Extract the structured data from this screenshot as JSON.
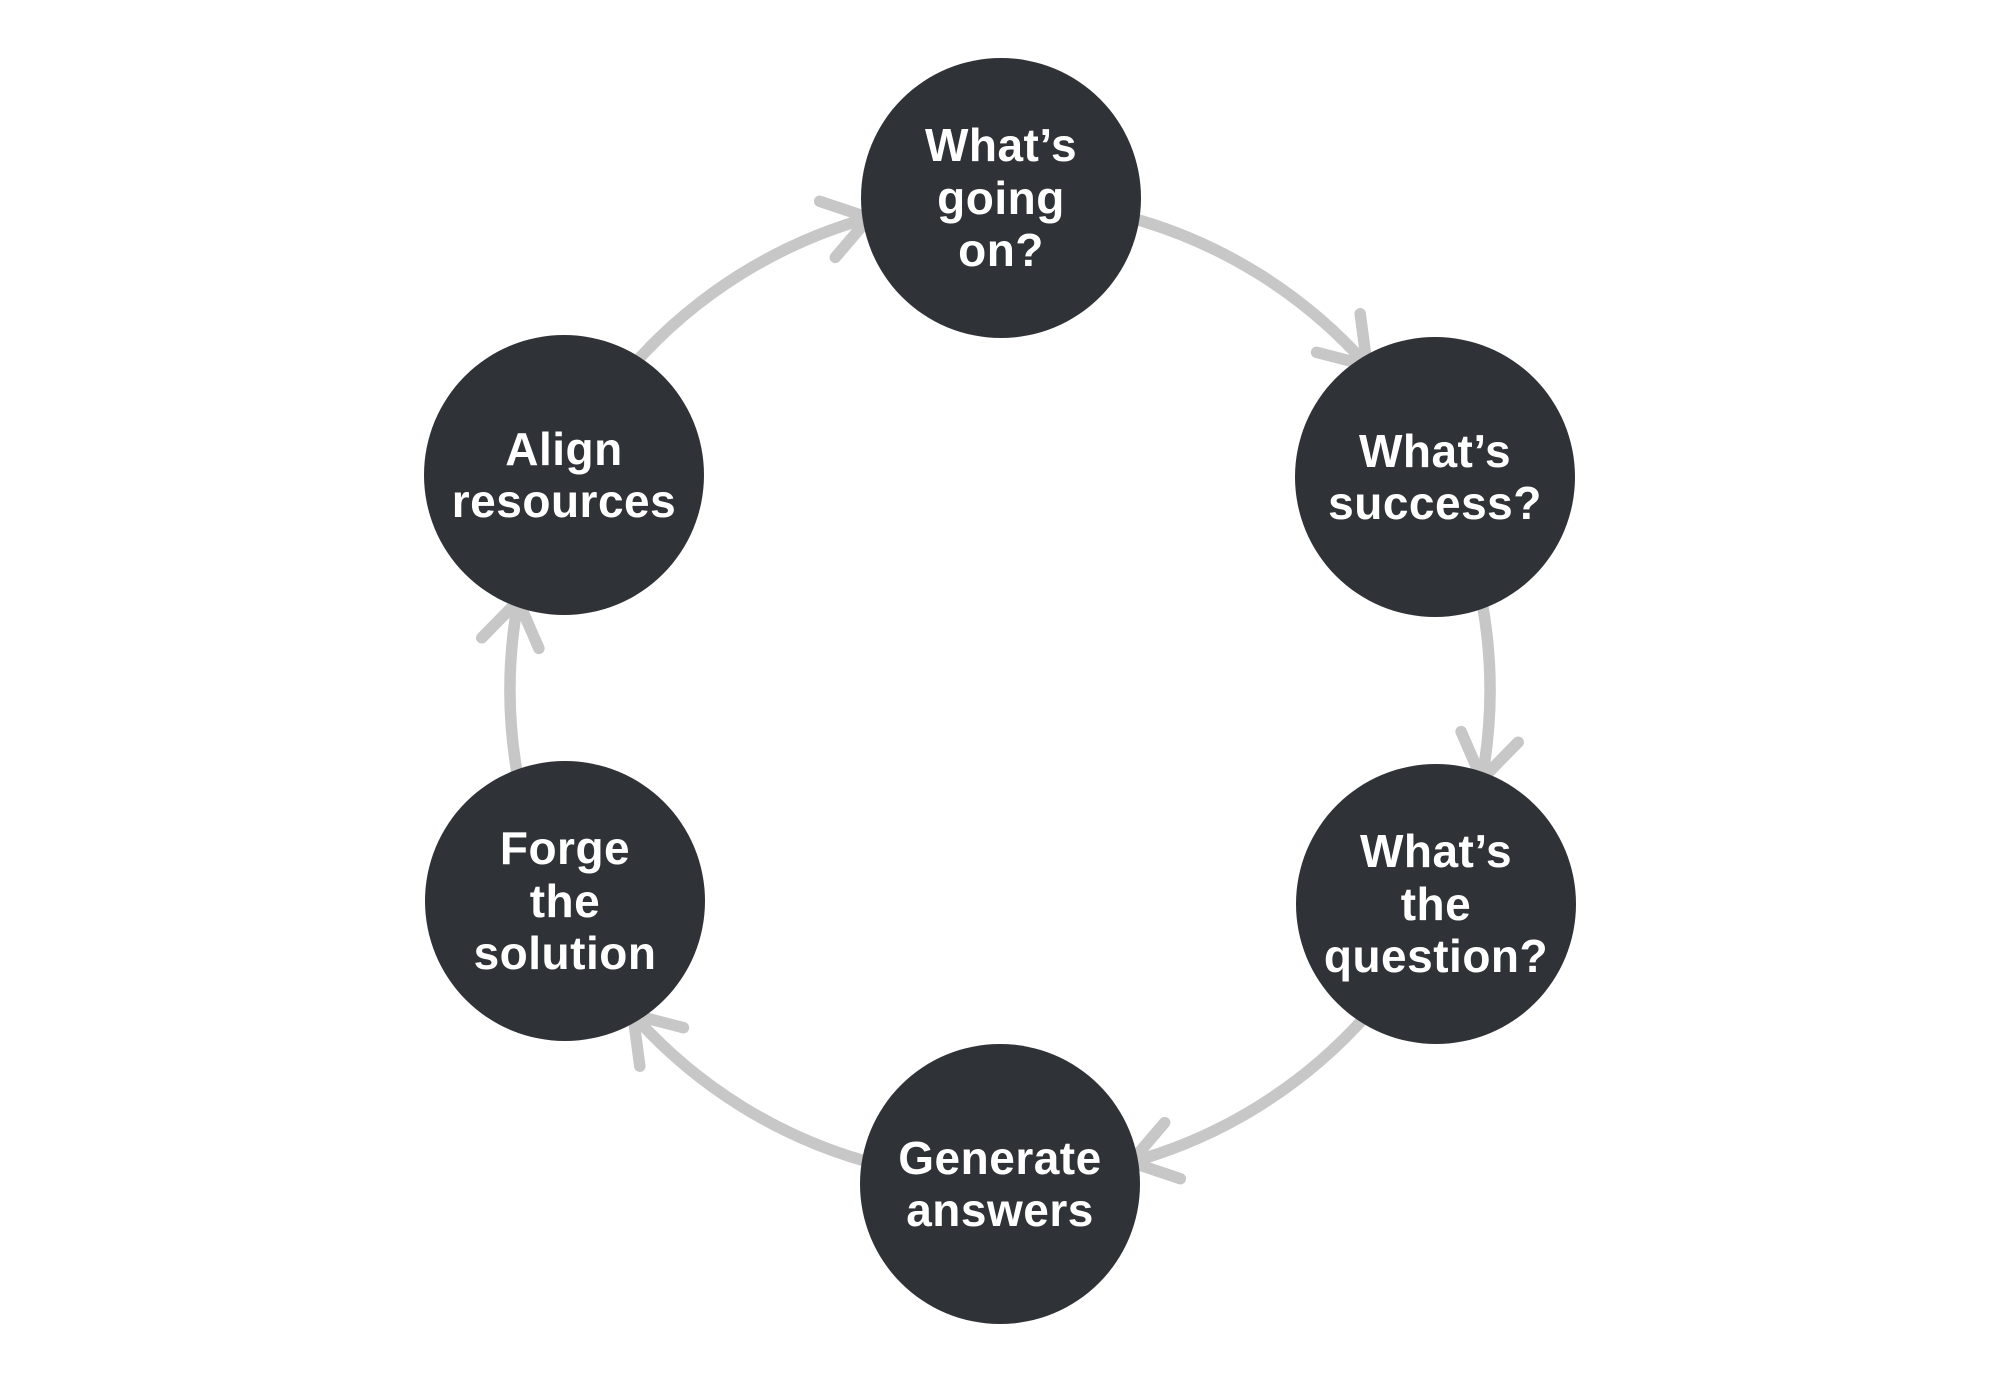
{
  "diagram": {
    "type": "cycle",
    "direction": "clockwise",
    "background_color": "#ffffff",
    "node_color": "#2f3337",
    "node_text_color": "#ffffff",
    "arrow_color": "#c7c7c7",
    "nodes": [
      {
        "id": "whats-going-on",
        "position": "top",
        "label": "What’s\ngoing\non?"
      },
      {
        "id": "whats-success",
        "position": "top-right",
        "label": "What’s\nsuccess?"
      },
      {
        "id": "whats-the-question",
        "position": "bottom-right",
        "label": "What’s\nthe\nquestion?"
      },
      {
        "id": "generate-answers",
        "position": "bottom",
        "label": "Generate\nanswers"
      },
      {
        "id": "forge-the-solution",
        "position": "bottom-left",
        "label": "Forge\nthe\nsolution"
      },
      {
        "id": "align-resources",
        "position": "top-left",
        "label": "Align\nresources"
      }
    ],
    "edges": [
      {
        "from": "whats-going-on",
        "to": "whats-success"
      },
      {
        "from": "whats-success",
        "to": "whats-the-question"
      },
      {
        "from": "whats-the-question",
        "to": "generate-answers"
      },
      {
        "from": "generate-answers",
        "to": "forge-the-solution"
      },
      {
        "from": "forge-the-solution",
        "to": "align-resources"
      },
      {
        "from": "align-resources",
        "to": "whats-going-on"
      }
    ]
  }
}
